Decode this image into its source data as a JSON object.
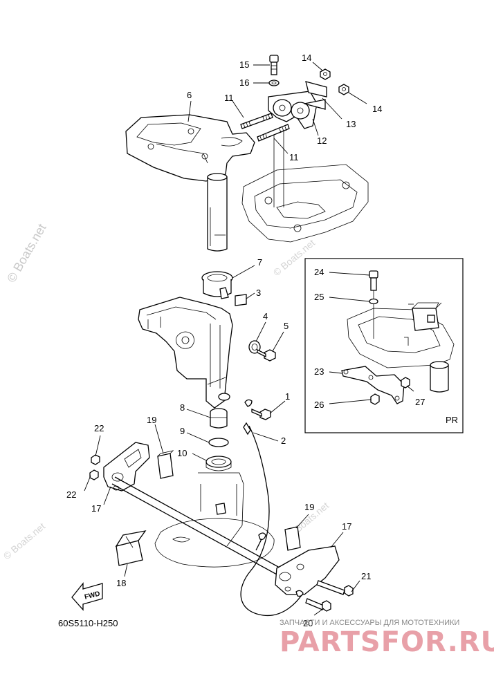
{
  "diagram": {
    "code": "60S5110-H250",
    "inset_label": "PR",
    "fwd_label": "FWD",
    "watermarks": [
      "© Boats.net",
      "© Boats.net",
      "© Boats.net",
      "© Boats.net"
    ],
    "brand": {
      "tagline": "ЗАПЧАСТИ И АКСЕССУАРЫ ДЛЯ МОТОТЕХНИКИ",
      "name": "PARTSFOR.RU"
    },
    "callouts": [
      "15",
      "16",
      "14",
      "14",
      "13",
      "12",
      "6",
      "11",
      "11",
      "7",
      "3",
      "4",
      "5",
      "1",
      "2",
      "8",
      "9",
      "10",
      "22",
      "22",
      "19",
      "17",
      "19",
      "17",
      "18",
      "21",
      "20",
      "24",
      "25",
      "23",
      "26",
      "27"
    ]
  }
}
